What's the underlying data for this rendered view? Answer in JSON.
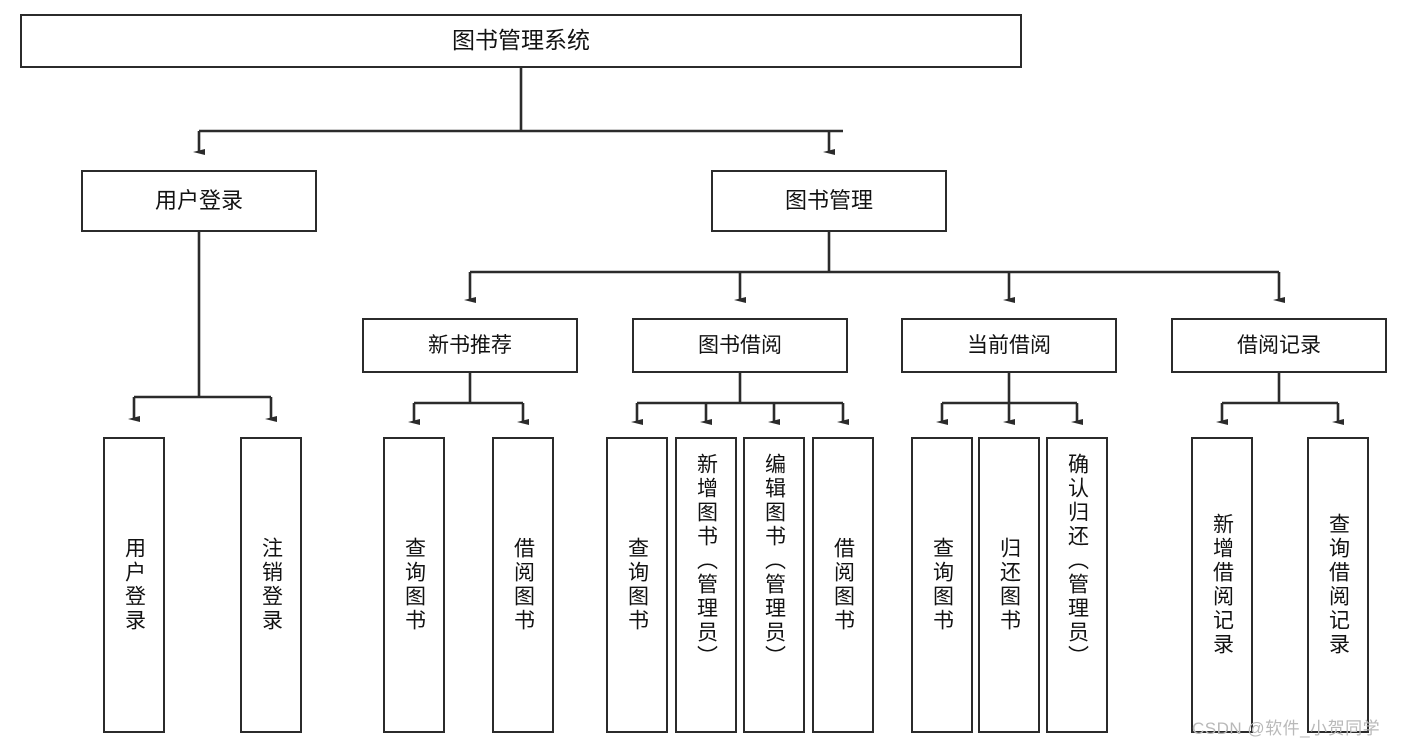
{
  "diagram": {
    "title": "图书管理系统",
    "type": "tree-hierarchy",
    "orientation": "top-down",
    "box_fill": "#ffffff",
    "box_stroke": "#2b2b2b",
    "connector_color": "#2b2b2b"
  },
  "root": {
    "label": "图书管理系统"
  },
  "level2": [
    {
      "label": "用户登录"
    },
    {
      "label": "图书管理"
    }
  ],
  "level3": [
    {
      "label": "新书推荐"
    },
    {
      "label": "图书借阅"
    },
    {
      "label": "当前借阅"
    },
    {
      "label": "借阅记录"
    }
  ],
  "leaves": {
    "user_login": [
      {
        "label": "用户登录"
      },
      {
        "label": "注销登录"
      }
    ],
    "new_book_recommend": [
      {
        "label": "查询图书"
      },
      {
        "label": "借阅图书"
      }
    ],
    "book_borrow": [
      {
        "label": "查询图书"
      },
      {
        "label": "新增图书（管理员）"
      },
      {
        "label": "编辑图书（管理员）"
      },
      {
        "label": "借阅图书"
      }
    ],
    "current_borrow": [
      {
        "label": "查询图书"
      },
      {
        "label": "归还图书"
      },
      {
        "label": "确认归还（管理员）"
      }
    ],
    "borrow_record": [
      {
        "label": "新增借阅记录"
      },
      {
        "label": "查询借阅记录"
      }
    ]
  },
  "watermark": {
    "text": "CSDN @软件_小贺同学"
  }
}
